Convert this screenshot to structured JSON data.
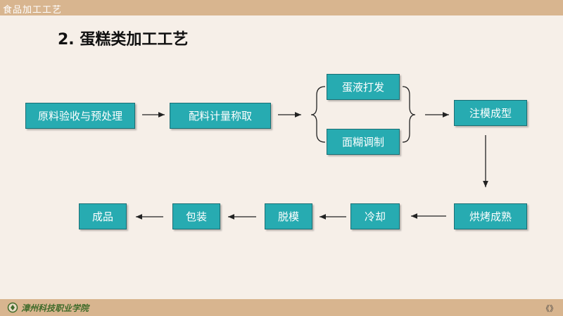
{
  "header": {
    "title": "食品加工工艺"
  },
  "heading": "2. 蛋糕类加工工艺",
  "flow": {
    "step1": "原料验收与预处理",
    "step2": "配料计量称取",
    "step3a": "蛋液打发",
    "step3b": "面糊调制",
    "step4": "注模成型",
    "step5": "烘烤成熟",
    "step6": "冷却",
    "step7": "脱模",
    "step8": "包装",
    "step9": "成品"
  },
  "footer": {
    "school": "漳州科技职业学院",
    "page": "《》"
  },
  "colors": {
    "box": "#27abb1",
    "bar": "#d8b58f",
    "background": "#f6efe8"
  }
}
